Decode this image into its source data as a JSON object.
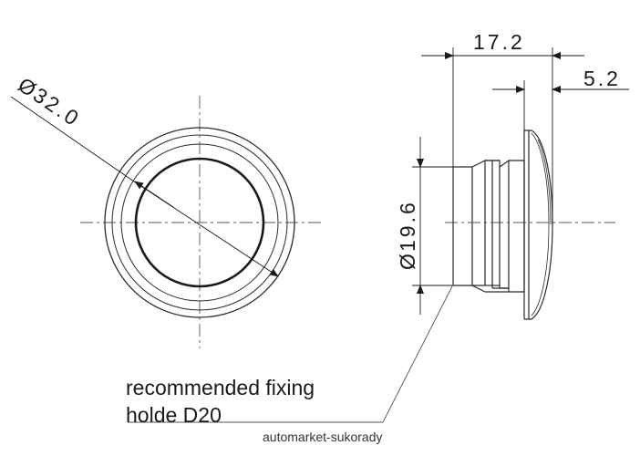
{
  "drawing": {
    "front_view": {
      "diameter_symbol": "Ø",
      "diameter_value": "32.0"
    },
    "side_view": {
      "length_total": "17.2",
      "cap_thickness": "5.2",
      "diameter_symbol": "Ø",
      "shank_diameter": "19.6"
    },
    "note": {
      "line1": "recommended fixing",
      "line2": "holde D20"
    },
    "watermark": "automarket-sukorady"
  },
  "colors": {
    "line": "#2b2b2b",
    "thin_line": "#555555",
    "background": "#ffffff"
  }
}
